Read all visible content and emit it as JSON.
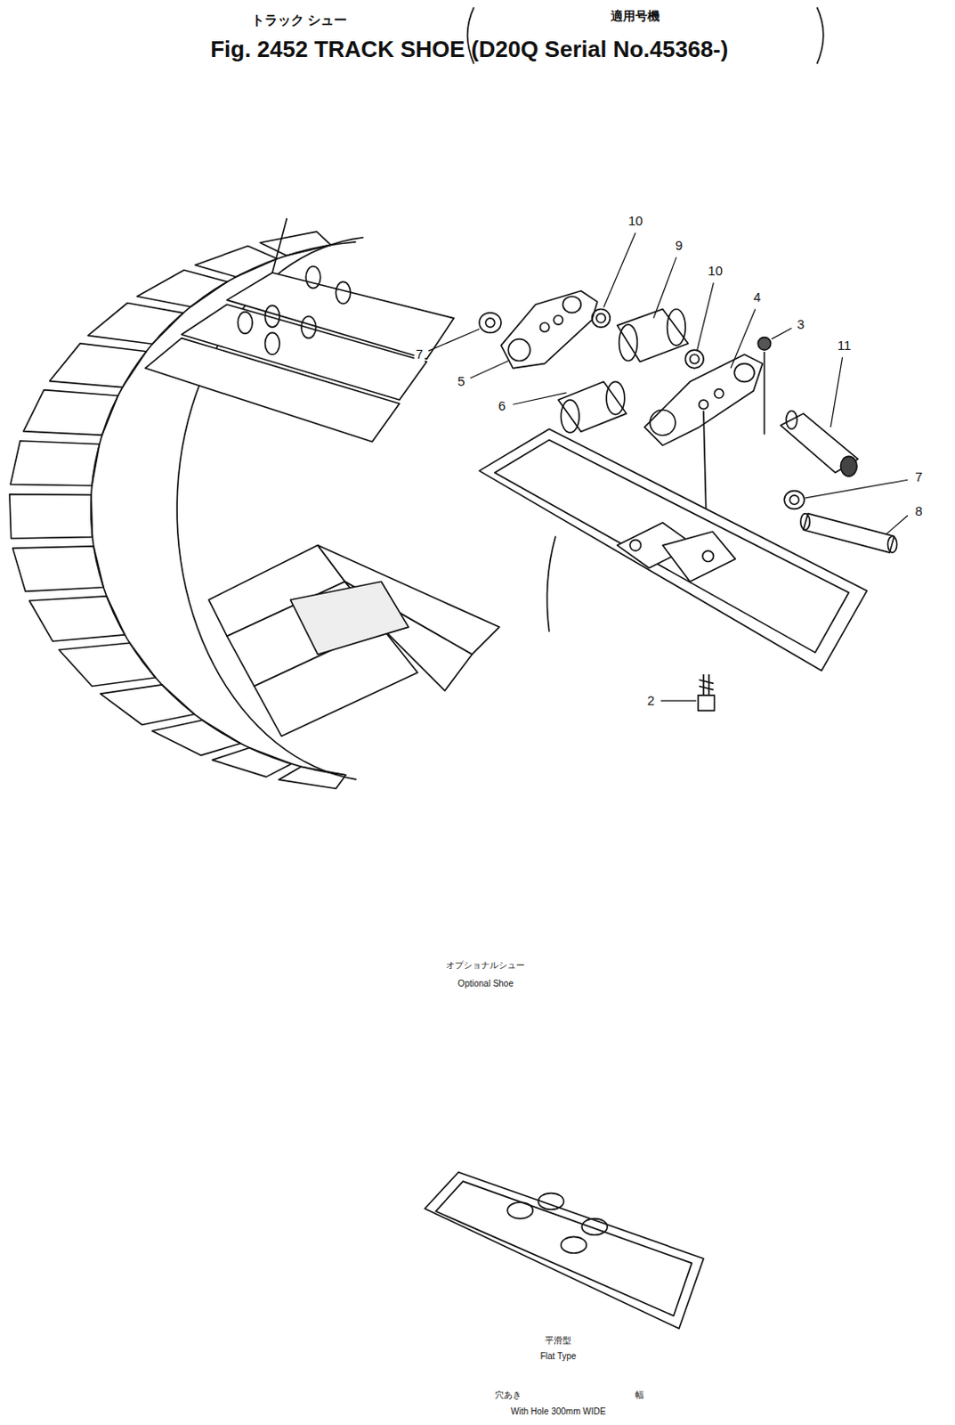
{
  "diagram": {
    "title": "Fig. 2452 TRACK SHOE (D20Q Serial No.45368-)",
    "labels": [
      "トラック シュー",
      "適用号機",
      "10",
      "9",
      "10",
      "4",
      "3",
      "11",
      "7",
      "5",
      "6",
      "7",
      "8",
      "2",
      "オプショナルシュー",
      "Optional Shoe",
      "平滑型",
      "Flat Type",
      "穴あき",
      "幅",
      "With Hole 300mm WIDE"
    ]
  }
}
